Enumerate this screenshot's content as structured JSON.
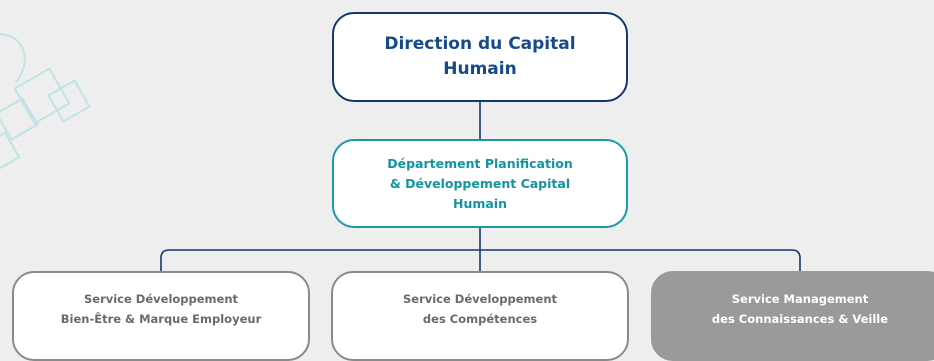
{
  "org_chart": {
    "root": {
      "label": "Direction du Capital\nHumain"
    },
    "department": {
      "label": "Département Planification\n& Développement Capital\nHumain"
    },
    "services": [
      {
        "label": "Service Développement\nBien-Être & Marque Employeur"
      },
      {
        "label": "Service Développement\ndes Compétences"
      },
      {
        "label": "Service Management\ndes Connaissances & Veille"
      }
    ]
  },
  "colors": {
    "background": "#eeeeef",
    "root_border": "#13376f",
    "root_text": "#164a8c",
    "department_accent": "#1b9aa3",
    "connector": "#13376f",
    "service_border": "#8a8a8a",
    "highlighted_service_fill": "#9a9a9a",
    "decoration": "#bfe3e6"
  }
}
